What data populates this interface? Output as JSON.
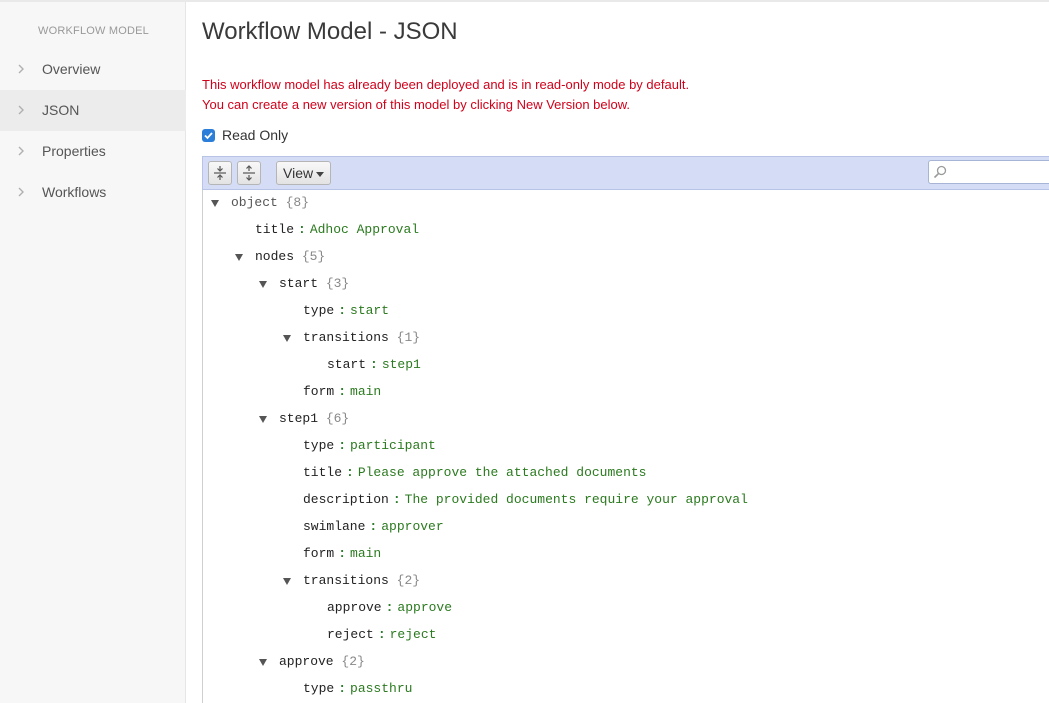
{
  "sidebar": {
    "heading": "WORKFLOW MODEL",
    "items": [
      {
        "label": "Overview",
        "active": false
      },
      {
        "label": "JSON",
        "active": true
      },
      {
        "label": "Properties",
        "active": false
      },
      {
        "label": "Workflows",
        "active": false
      }
    ]
  },
  "main": {
    "title": "Workflow Model - JSON",
    "message_line1": "This workflow model has already been deployed and is in read-only mode by default.",
    "message_line2": "You can create a new version of this model by clicking New Version below.",
    "read_only": {
      "label": "Read Only",
      "checked": true
    }
  },
  "toolbar": {
    "expand_all_icon": "expand-all-icon",
    "collapse_all_icon": "collapse-all-icon",
    "view_label": "View",
    "search_value": ""
  },
  "tree": {
    "root": {
      "key": "object",
      "count": "{8}"
    },
    "title": {
      "key": "title",
      "value": "Adhoc Approval"
    },
    "nodes": {
      "key": "nodes",
      "count": "{5}"
    },
    "start": {
      "key": "start",
      "count": "{3}"
    },
    "start_type": {
      "key": "type",
      "value": "start"
    },
    "start_transitions": {
      "key": "transitions",
      "count": "{1}"
    },
    "start_transitions_start": {
      "key": "start",
      "value": "step1"
    },
    "start_form": {
      "key": "form",
      "value": "main"
    },
    "step1": {
      "key": "step1",
      "count": "{6}"
    },
    "step1_type": {
      "key": "type",
      "value": "participant"
    },
    "step1_title": {
      "key": "title",
      "value": "Please approve the attached documents"
    },
    "step1_description": {
      "key": "description",
      "value": "The provided documents require your approval"
    },
    "step1_swimlane": {
      "key": "swimlane",
      "value": "approver"
    },
    "step1_form": {
      "key": "form",
      "value": "main"
    },
    "step1_transitions": {
      "key": "transitions",
      "count": "{2}"
    },
    "step1_transitions_approve": {
      "key": "approve",
      "value": "approve"
    },
    "step1_transitions_reject": {
      "key": "reject",
      "value": "reject"
    },
    "approve": {
      "key": "approve",
      "count": "{2}"
    },
    "approve_type": {
      "key": "type",
      "value": "passthru"
    }
  },
  "colors": {
    "warning": "#d0021b",
    "toolbar_bg": "#d4ddf5",
    "value_green": "#2b7a1f",
    "checkbox_blue": "#2b7fd9"
  }
}
